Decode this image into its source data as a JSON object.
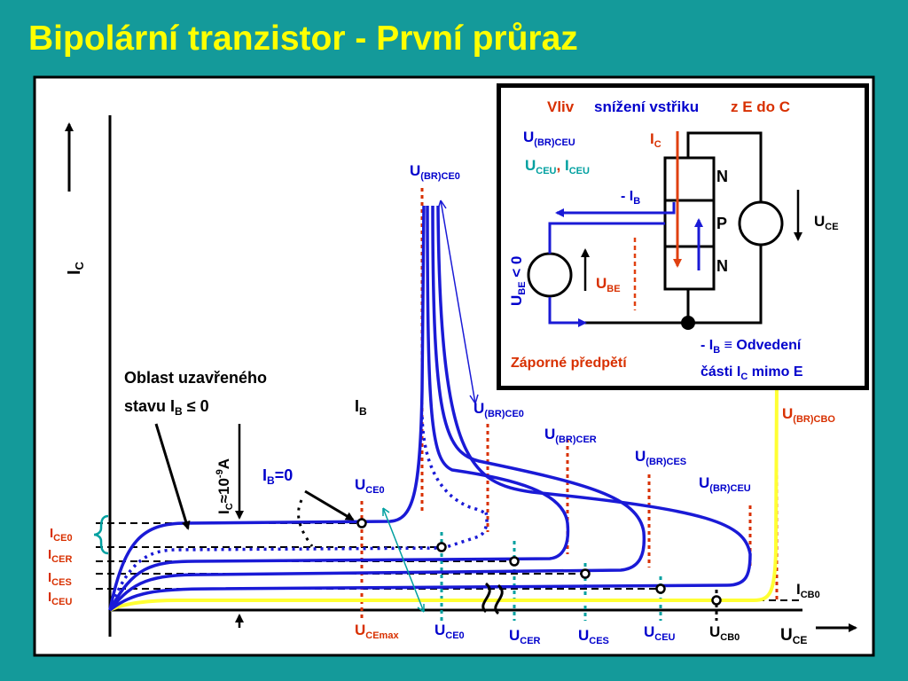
{
  "title": "Bipolární tranzistor - První průraz",
  "axis": {
    "y_main": "I",
    "y_sub": "C",
    "x_main": "U",
    "x_sub": "CE"
  },
  "cutoff": {
    "line1": "Oblast uzavřeného",
    "line2_main": "stavu  I",
    "line2_sub": "B",
    "line2_tail": " ≤ 0",
    "current_main": "I",
    "current_sub": "C",
    "current_tail": "≈10",
    "current_sup": "-9",
    "current_unit": "A",
    "ib_label": "I",
    "ib_sub": "B",
    "ib_tail": "=0",
    "ib_arrow_label": "I",
    "ib_arrow_sub": "B"
  },
  "left_labels": [
    {
      "main": "I",
      "sub": "CE0"
    },
    {
      "main": "I",
      "sub": "CER"
    },
    {
      "main": "I",
      "sub": "CES"
    },
    {
      "main": "I",
      "sub": "CEU"
    }
  ],
  "bottom_labels": [
    {
      "main": "U",
      "sub": "CEmax",
      "color": "#d83000"
    },
    {
      "main": "U",
      "sub": "CE0",
      "color": "#0000cc"
    },
    {
      "main": "U",
      "sub": "CER",
      "color": "#0000cc"
    },
    {
      "main": "U",
      "sub": "CES",
      "color": "#0000cc"
    },
    {
      "main": "U",
      "sub": "CEU",
      "color": "#0000cc"
    },
    {
      "main": "U",
      "sub": "CB0",
      "color": "#000000"
    }
  ],
  "breakdown_labels": [
    {
      "main": "U",
      "sub": "(BR)CE0",
      "color": "#0000cc"
    },
    {
      "main": "U",
      "sub": "(BR)CE0",
      "color": "#0000cc"
    },
    {
      "main": "U",
      "sub": "(BR)CER",
      "color": "#0000cc"
    },
    {
      "main": "U",
      "sub": "(BR)CES",
      "color": "#0000cc"
    },
    {
      "main": "U",
      "sub": "(BR)CEU",
      "color": "#0000cc"
    },
    {
      "main": "U",
      "sub": "(BR)CBO",
      "color": "#d83000"
    }
  ],
  "uce0_mid": {
    "main": "U",
    "sub": "CE0"
  },
  "icb0": {
    "main": "I",
    "sub": "CB0"
  },
  "inset": {
    "head_red1": "Vliv",
    "head_blue": "snížení vstřiku",
    "head_red2": "z E do C",
    "ubr_main": "U",
    "ubr_sub": "(BR)CEU",
    "uceu_main": "U",
    "uceu_sub": "CEU",
    "ceu_comma": ", ",
    "iceu_main": "I",
    "iceu_sub": "CEU",
    "ic_main": "I",
    "ic_sub": "C",
    "mib_main": "- I",
    "mib_sub": "B",
    "layer_n1": "N",
    "layer_p": "P",
    "layer_n2": "N",
    "uce_main": "U",
    "uce_sub": "CE",
    "ube_main": "U",
    "ube_sub": "BE",
    "ube_tail": " < 0",
    "ube_lbl_main": "U",
    "ube_lbl_sub": "BE",
    "neg_bias": "Záporné předpětí",
    "note1_main": "- I",
    "note1_sub": "B",
    "note1_tail": "  ≡ Odvedení",
    "note2_main": "části I",
    "note2_sub": "C",
    "note2_tail": " mimo E"
  },
  "colors": {
    "background": "#149a9a",
    "title": "#ffff00",
    "curve": "#1a1ad6",
    "icb0_curve": "#ffff33",
    "red": "#d83000",
    "teal": "#00a0a0"
  }
}
